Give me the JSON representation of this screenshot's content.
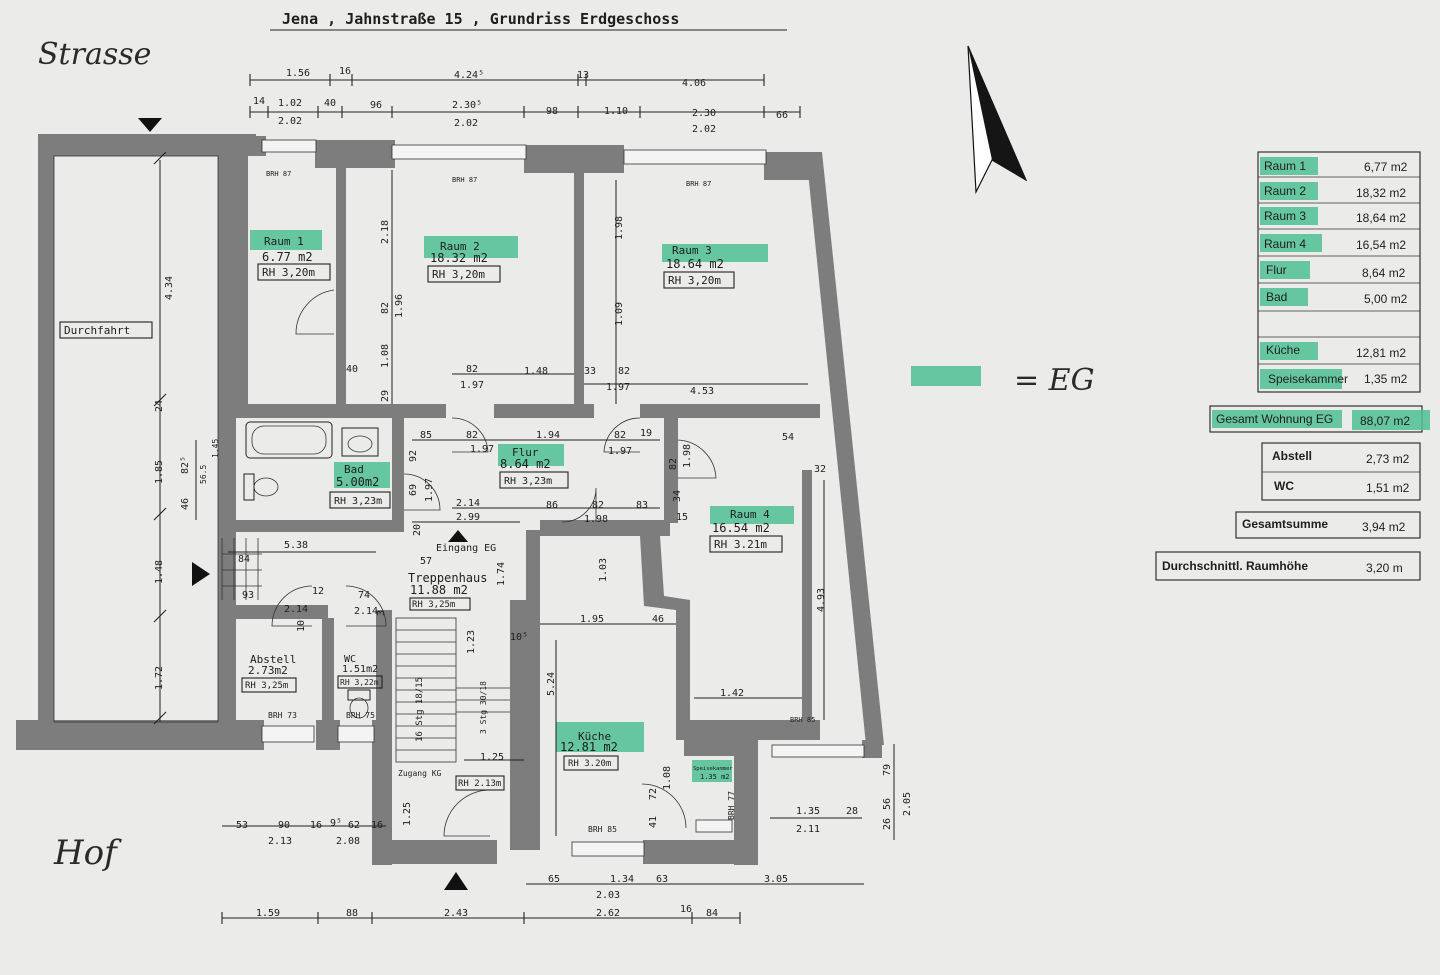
{
  "title": "Jena , Jahnstraße 15 , Grundriss Erdgeschoss",
  "labels": {
    "strasse": "Strasse",
    "hof": "Hof",
    "durchfahrt": "Durchfahrt",
    "eingang": "Eingang EG",
    "zugang": "Zugang KG",
    "stufen": "16 Stg 18/15",
    "stufen_kg": "3 Stg 30/18",
    "brh73": "BRH 73",
    "brh75": "BRH 75",
    "brh77": "BRH 77",
    "brh85a": "BRH 85",
    "brh85b": "BRH 85",
    "brh87a": "BRH 87",
    "brh87b": "BRH 87",
    "brh87c": "BRH 87",
    "legend_eg": "= EG"
  },
  "rooms": {
    "raum1": {
      "name": "Raum 1",
      "area": "6.77 m2",
      "rh": "RH 3,20m"
    },
    "raum2": {
      "name": "Raum 2",
      "area": "18.32 m2",
      "rh": "RH 3,20m"
    },
    "raum3": {
      "name": "Raum 3",
      "area": "18.64 m2",
      "rh": "RH 3,20m"
    },
    "raum4": {
      "name": "Raum 4",
      "area": "16.54 m2",
      "rh": "RH 3.21m"
    },
    "flur": {
      "name": "Flur",
      "area": "8.64 m2",
      "rh": "RH 3,23m"
    },
    "bad": {
      "name": "Bad",
      "area": "5.00m2",
      "rh": "RH 3,23m"
    },
    "kueche": {
      "name": "Küche",
      "area": "12.81 m2",
      "rh": "RH 3.20m"
    },
    "treppenhaus": {
      "name": "Treppenhaus",
      "area": "11.88 m2",
      "rh": "RH 3,25m"
    },
    "abstell": {
      "name": "Abstell",
      "area": "2.73m2",
      "rh": "RH 3,25m"
    },
    "wc": {
      "name": "WC",
      "area": "1.51m2",
      "rh": "RH 3,22m"
    },
    "speisekammer": {
      "name": "Speisekammer",
      "area": "1.35 m2"
    },
    "zugang_rh": "RH 2.13m"
  },
  "dims": {
    "top1": [
      "1.56",
      "16",
      "4.24⁵",
      "13",
      "4.06"
    ],
    "top2": [
      "14",
      "1.02",
      "40",
      "96",
      "2.30⁵",
      "98",
      "1.10",
      "2.30",
      "66"
    ],
    "top3": [
      "2.02",
      "2.02",
      "2.02"
    ],
    "bottom1": [
      "53",
      "90",
      "16",
      "9⁵",
      "62",
      "16",
      "65",
      "1.34",
      "63",
      "3.05",
      "1.35",
      "28"
    ],
    "bottom2": [
      "2.13",
      "2.08",
      "2.03",
      "2.11"
    ],
    "bottom3": [
      "1.59",
      "88",
      "2.43",
      "2.62",
      "16",
      "84"
    ],
    "left": [
      "4.34",
      "24",
      "1.85",
      "82⁵",
      "46",
      "56.5",
      "1.45",
      "1.48",
      "1.72"
    ],
    "inner": [
      "2.18",
      "82",
      "1.96",
      "1.08",
      "40",
      "29",
      "1.98",
      "1.09",
      "82",
      "1.48",
      "82",
      "33",
      "1.97",
      "1.97",
      "4.53",
      "85",
      "82",
      "1.94",
      "82",
      "19",
      "1.97",
      "1.97",
      "92",
      "69",
      "1.97",
      "2.14",
      "86",
      "82",
      "83",
      "2.99",
      "1.98",
      "20",
      "15",
      "54",
      "82",
      "1.98",
      "34",
      "32",
      "4.93",
      "1.42",
      "5.38",
      "84",
      "57",
      "1.74",
      "93",
      "12",
      "74",
      "2.14",
      "2.14",
      "10",
      "3",
      "1.23",
      "10⁵",
      "1.95",
      "46",
      "1.03",
      "5.24",
      "1.25",
      "72",
      "1.08",
      "41",
      "1.25",
      "79",
      "56",
      "26",
      "2.05"
    ]
  },
  "legend": {
    "rows": [
      {
        "name": "Raum 1",
        "value": "6,77 m2",
        "eg": true
      },
      {
        "name": "Raum 2",
        "value": "18,32 m2",
        "eg": true
      },
      {
        "name": "Raum 3",
        "value": "18,64 m2",
        "eg": true
      },
      {
        "name": "Raum 4",
        "value": "16,54 m2",
        "eg": true
      },
      {
        "name": "Flur",
        "value": "8,64 m2",
        "eg": true
      },
      {
        "name": "Bad",
        "value": "5,00 m2",
        "eg": true
      },
      {
        "name": "",
        "value": "",
        "eg": false
      },
      {
        "name": "Küche",
        "value": "12,81 m2",
        "eg": true
      },
      {
        "name": "Speisekammer",
        "value": "1,35 m2",
        "eg": true
      }
    ],
    "gesamt": {
      "name": "Gesamt Wohnung EG",
      "value": "88,07 m2"
    },
    "extra": [
      {
        "name": "Abstell",
        "value": "2,73 m2"
      },
      {
        "name": "WC",
        "value": "1,51 m2"
      }
    ],
    "summe": {
      "name": "Gesamtsumme",
      "value": "3,94 m2"
    },
    "hoehe": {
      "name": "Durchschnittl. Raumhöhe",
      "value": "3,20 m"
    }
  },
  "colors": {
    "highlight": "#4fbf92",
    "wall": "#7d7d7d",
    "paper": "#ebebea"
  },
  "icons": [
    "north-arrow-icon",
    "entrance-triangle-icon",
    "bathtub-icon",
    "sink-icon",
    "toilet-icon"
  ]
}
